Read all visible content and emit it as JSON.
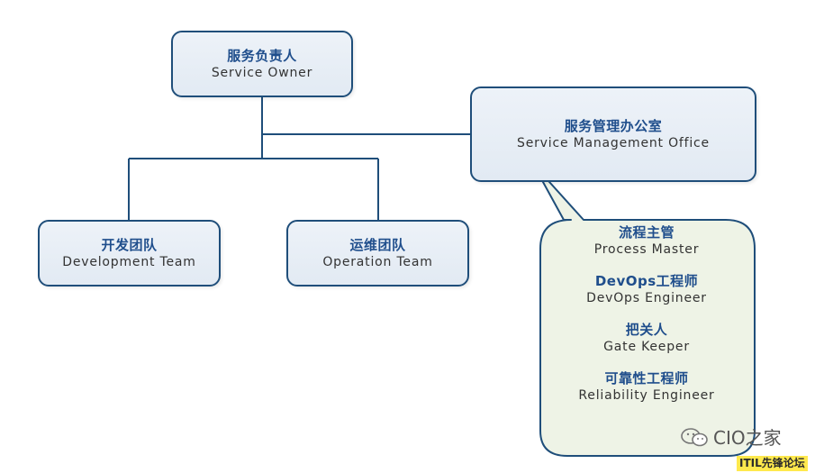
{
  "service_owner": {
    "zh": "服务负责人",
    "en": "Service Owner"
  },
  "service_management_office": {
    "zh": "服务管理办公室",
    "en": "Service Management Office"
  },
  "development_team": {
    "zh": "开发团队",
    "en": "Development Team"
  },
  "operation_team": {
    "zh": "运维团队",
    "en": "Operation Team"
  },
  "roles": [
    {
      "zh": "流程主管",
      "en": "Process Master"
    },
    {
      "zh": "DevOps工程师",
      "en": "DevOps Engineer"
    },
    {
      "zh": "把关人",
      "en": "Gate Keeper"
    },
    {
      "zh": "可靠性工程师",
      "en": "Reliability Engineer"
    }
  ],
  "watermark": {
    "text": "CIO之家",
    "icon": "wechat-icon"
  },
  "forum_label": "ITIL先锋论坛",
  "colors": {
    "box_border": "#1f4e7a",
    "box_fill": "#e6edf5",
    "bubble_fill": "#eef3e6",
    "heading_text": "#1f4e8c",
    "connector": "#1f4e7a"
  }
}
